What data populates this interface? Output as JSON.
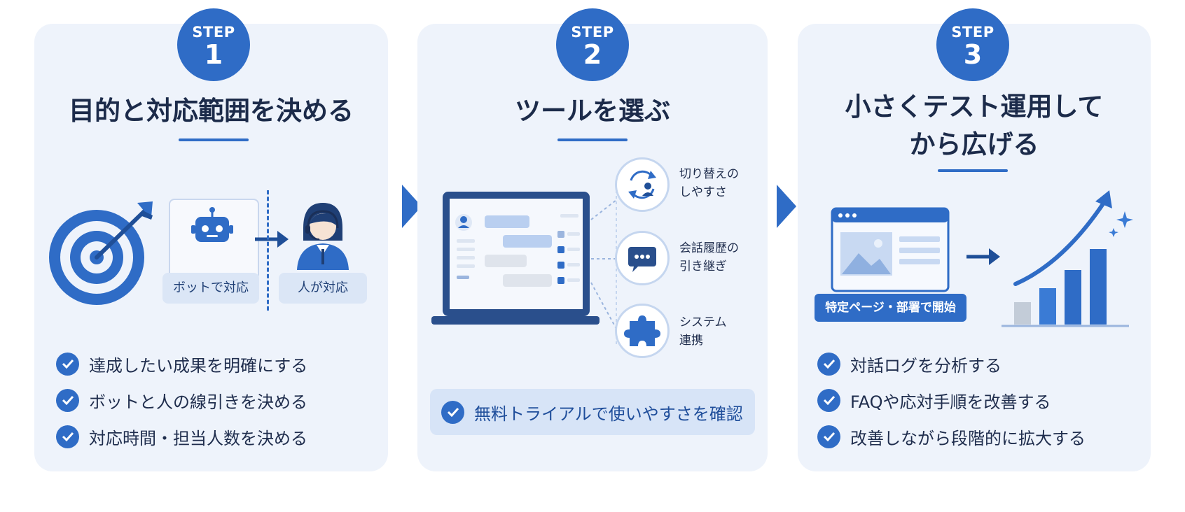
{
  "steps": [
    {
      "badge_label": "STEP",
      "number": "1",
      "title_lines": [
        "目的と対応範囲を決める"
      ],
      "chips": [
        "ボットで対応",
        "人が対応"
      ],
      "checklist": [
        "達成したい成果を明確にする",
        "ボットと人の線引きを決める",
        "対応時間・担当人数を決める"
      ]
    },
    {
      "badge_label": "STEP",
      "number": "2",
      "title_lines": [
        "ツールを選ぶ"
      ],
      "features": [
        {
          "icon": "switch-person-icon",
          "lines": [
            "切り替えの",
            "しやすさ"
          ]
        },
        {
          "icon": "chat-bubble-icon",
          "lines": [
            "会話履歴の",
            "引き継ぎ"
          ]
        },
        {
          "icon": "puzzle-icon",
          "lines": [
            "システム",
            "連携"
          ]
        }
      ],
      "checklist": [
        "無料トライアルで使いやすさを確認"
      ]
    },
    {
      "badge_label": "STEP",
      "number": "3",
      "title_lines": [
        "小さくテスト運用して",
        "から広げる"
      ],
      "start_chip": "特定ページ・部署で開始",
      "checklist": [
        "対話ログを分析する",
        "FAQや応対手順を改善する",
        "改善しながら段階的に拡大する"
      ]
    }
  ],
  "colors": {
    "accent": "#2f6cc6",
    "card_background": "#eef3fb",
    "chip_background": "#dbe6f6",
    "title_text": "#1c2b4a"
  }
}
